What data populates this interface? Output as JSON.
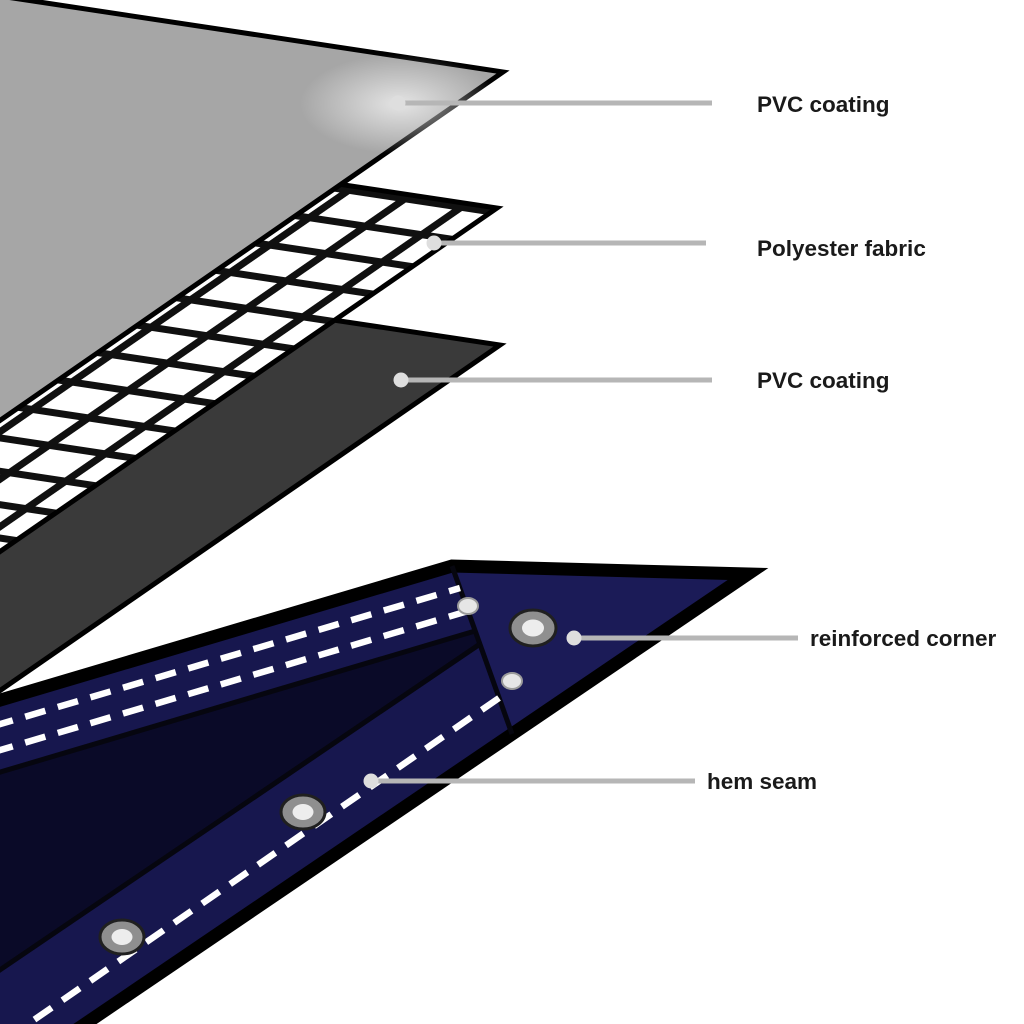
{
  "diagram": {
    "background": "#ffffff",
    "labels": {
      "pvc_coating_top": "PVC coating",
      "polyester_fabric": "Polyester fabric",
      "pvc_coating_mid": "PVC coating",
      "reinforced_corner": "reinforced corner",
      "hem_seam": "hem seam"
    },
    "colors": {
      "sheet_gray": "#a6a6a6",
      "sheet_dark": "#3a3a3a",
      "mesh_background": "#ffffff",
      "mesh_line": "#101010",
      "tarp_body": "#0a0a28",
      "tarp_band": "#17174e",
      "tarp_corner_panel": "#1b1b57",
      "edge_black": "#000000",
      "stitch_white": "#ffffff",
      "leader_line": "#b6b6b6",
      "leader_dot": "#dedede",
      "label_text": "#1a1a1a",
      "grommet_ring": "#8f8f8f",
      "grommet_hole": "#ededed"
    }
  }
}
